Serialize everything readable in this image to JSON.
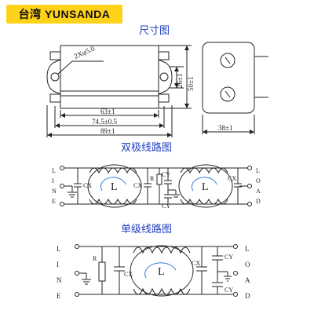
{
  "header": {
    "brand": "台湾  YUNSANDA"
  },
  "sections": {
    "dimensions": "尺寸图",
    "double_stage": "双极线路图",
    "single_stage": "单级线路图"
  },
  "dimension_drawing": {
    "holes": "2Xφ5.0",
    "height_inner": "26±1",
    "height_outer": "50±1",
    "width_body": "63±1",
    "width_holes": "74.5±0.5",
    "width_total": "89±1",
    "depth": "38±1"
  },
  "double_circuit": {
    "line_letters": [
      "L",
      "I",
      "N",
      "E"
    ],
    "load_letters": [
      "L",
      "O",
      "A",
      "D"
    ],
    "inductor_label": "L",
    "cx": "CX",
    "cy": "CY",
    "r": "R"
  },
  "single_circuit": {
    "line_letters": [
      "L",
      "I",
      "N",
      "E"
    ],
    "load_letters": [
      "L",
      "O",
      "A",
      "D"
    ],
    "inductor_label": "L",
    "cx": "CX",
    "cy": "CY",
    "r": "R"
  }
}
